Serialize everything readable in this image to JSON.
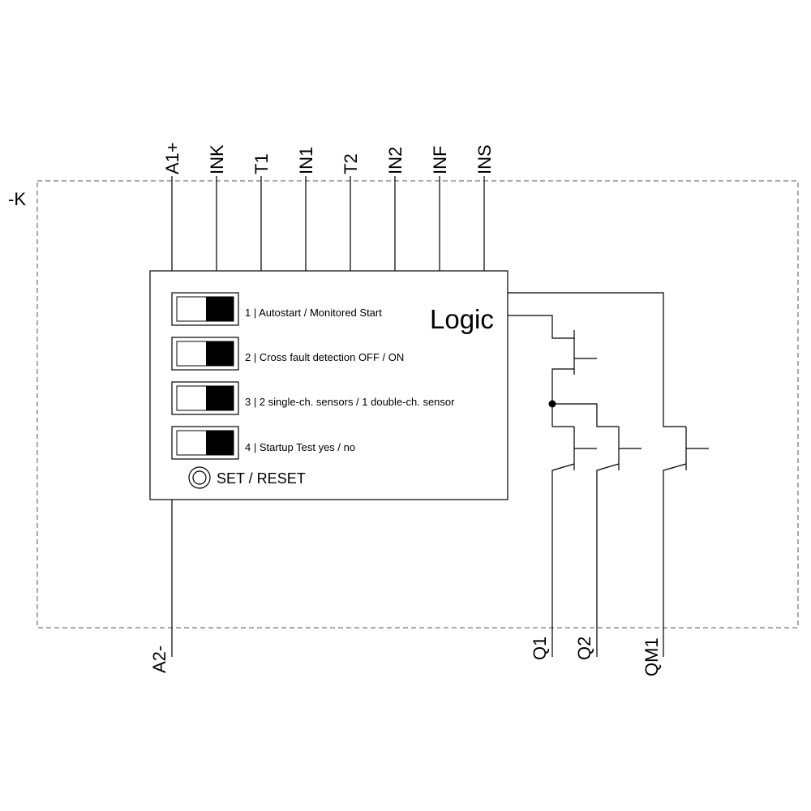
{
  "device_tag": "-K",
  "top_terminals": [
    "A1+",
    "INK",
    "T1",
    "IN1",
    "T2",
    "IN2",
    "INF",
    "INS"
  ],
  "bottom_terminals": {
    "supply": "A2-",
    "outputs": [
      "Q1",
      "Q2",
      "QM1"
    ]
  },
  "logic_label": "Logic",
  "dip_switches": [
    {
      "label": "1 | Autostart / Monitored Start"
    },
    {
      "label": "2 | Cross fault detection OFF / ON"
    },
    {
      "label": "3 | 2 single-ch. sensors / 1 double-ch. sensor"
    },
    {
      "label": "4 | Startup Test yes / no"
    }
  ],
  "set_reset_label": "SET / RESET"
}
